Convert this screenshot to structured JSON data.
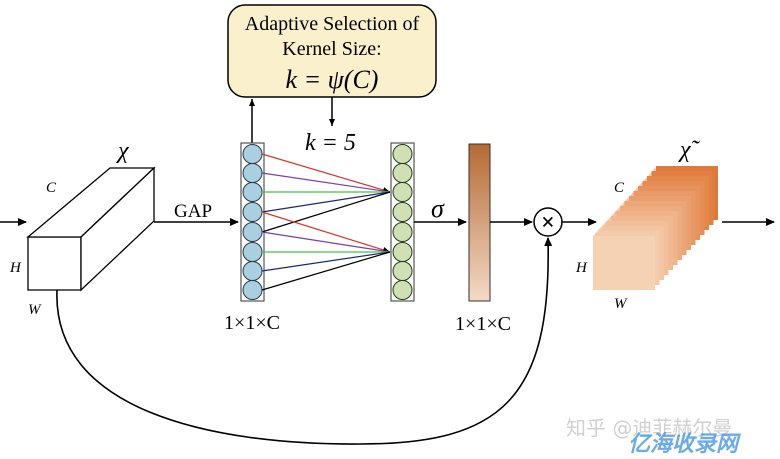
{
  "box": {
    "line1": "Adaptive Selection of",
    "line2": "Kernel Size:",
    "formula": "k = ψ(C)"
  },
  "k_label": "k = 5",
  "input_tensor": {
    "symbol": "χ",
    "c": "C",
    "h": "H",
    "w": "W"
  },
  "gap_label": "GAP",
  "sigma_label": "σ",
  "dim_label_left": "1×1×C",
  "dim_label_right": "1×1×C",
  "multiply_symbol": "×",
  "output_tensor": {
    "symbol": "χ̃",
    "c": "C",
    "h": "H",
    "w": "W"
  },
  "watermark": {
    "line1": "知乎 @迪菲赫尔曼",
    "line2": "亿海收录网"
  },
  "colors": {
    "box_fill": "#fbf0cc",
    "node_left": "#a9cfe0",
    "node_right": "#cfe0b4",
    "bar_top": "#b56a33",
    "bar_bottom": "#f4dac8",
    "out_light": "#f6d2b4",
    "out_dark": "#e07a3a",
    "conn_red": "#d33a2c",
    "conn_purple": "#7a3fa0",
    "conn_green": "#44c244",
    "conn_navy": "#1b2a6b"
  }
}
